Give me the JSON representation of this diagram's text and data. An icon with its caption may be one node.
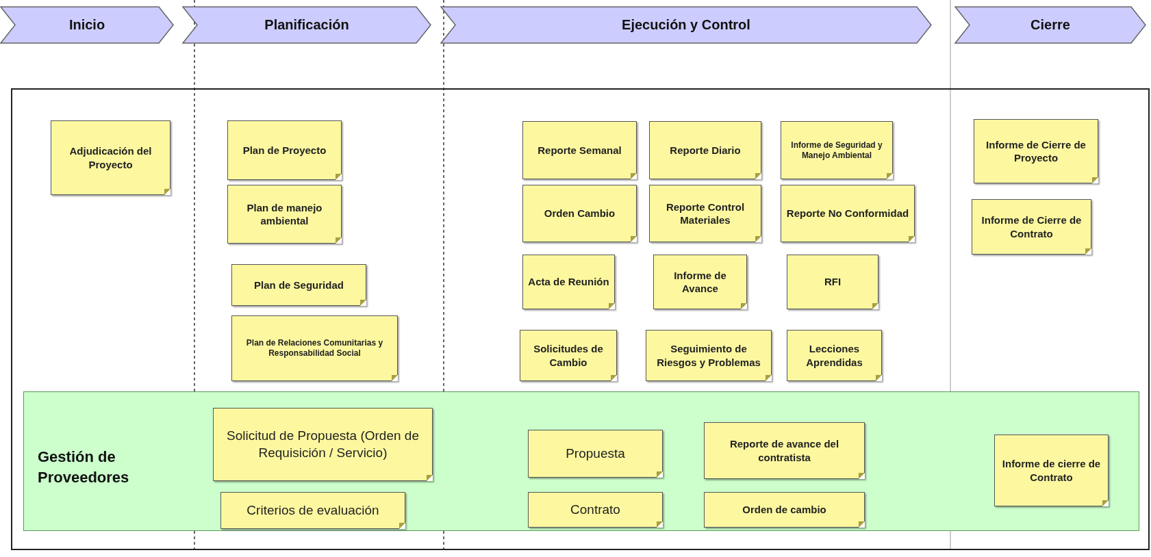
{
  "diagram": {
    "nodes": [
      {
        "text": [
          "Inicio"
        ]
      },
      {
        "text": [
          "Planificación"
        ]
      },
      {
        "text": [
          "Ejecución y Control"
        ]
      },
      {
        "text": [
          "Cierre"
        ]
      },
      {
        "text": [],
        "shape": "box"
      },
      {
        "text": [
          "Adjudicación del Proyecto"
        ],
        "in": 4
      },
      {
        "text": [
          "Plan de Proyecto"
        ],
        "in": 4
      },
      {
        "text": [
          "Plan de manejo ambiental"
        ],
        "in": 4
      },
      {
        "text": [
          "Plan de Seguridad"
        ],
        "in": 4
      },
      {
        "text": [
          "Plan de Relaciones Comunitarias y Responsabilidad Social"
        ],
        "in": 4
      },
      {
        "text": [
          "Reporte Semanal"
        ],
        "in": 4
      },
      {
        "text": [
          "Reporte Diario"
        ],
        "in": 4
      },
      {
        "text": [
          "Informe de Seguridad y Manejo Ambiental"
        ],
        "in": 4
      },
      {
        "text": [
          "Orden Cambio"
        ],
        "in": 4
      },
      {
        "text": [
          "Reporte Control Materiales"
        ],
        "in": 4
      },
      {
        "text": [
          "Reporte No Conformidad"
        ],
        "in": 4
      },
      {
        "text": [
          "Acta de Reunión"
        ],
        "in": 4
      },
      {
        "text": [
          "Informe de Avance"
        ],
        "in": 4
      },
      {
        "text": [
          "RFI"
        ],
        "in": 4
      },
      {
        "text": [
          "Solicitudes de Cambio"
        ],
        "in": 4
      },
      {
        "text": [
          "Seguimiento de Riesgos y Problemas"
        ],
        "in": 4
      },
      {
        "text": [
          "Lecciones Aprendidas"
        ],
        "in": 4
      },
      {
        "text": [
          "Informe de Cierre de Proyecto"
        ],
        "in": 4
      },
      {
        "text": [
          "Informe de Cierre de Contrato"
        ],
        "in": 4
      },
      {
        "text": [
          "Gestión de Proveedores"
        ],
        "in": 4
      },
      {
        "text": [
          "Solicitud de Propuesta (Orden de Requisición / Servicio)"
        ],
        "in": 24
      },
      {
        "text": [
          "Criterios de evaluación"
        ],
        "in": 24
      },
      {
        "text": [
          "Propuesta"
        ],
        "in": 24
      },
      {
        "text": [
          "Reporte de avance del contratista"
        ],
        "in": 24
      },
      {
        "text": [
          "Contrato"
        ],
        "in": 24
      },
      {
        "text": [
          "Orden de cambio"
        ],
        "in": 24
      },
      {
        "text": [
          "Informe de cierre de Contrato"
        ],
        "in": 24
      }
    ]
  }
}
